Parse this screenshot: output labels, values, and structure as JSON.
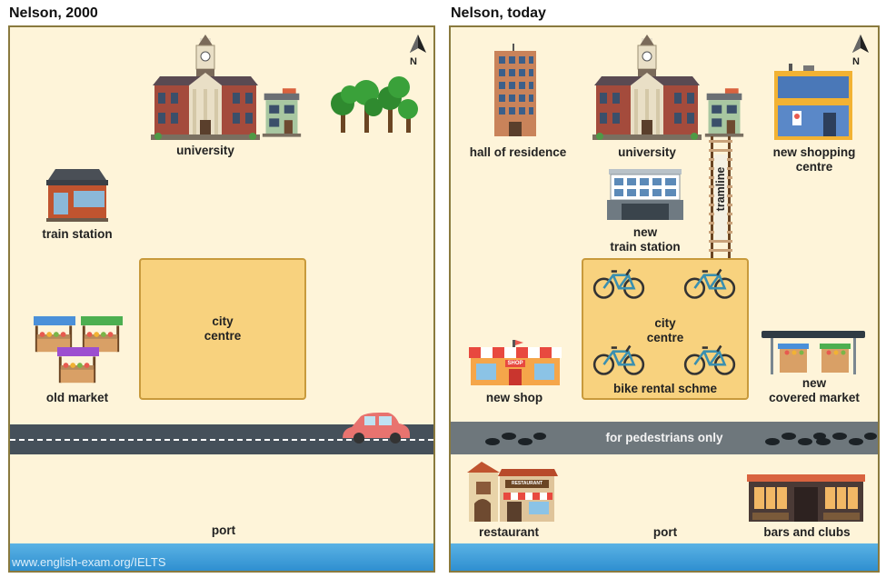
{
  "left": {
    "title": "Nelson, 2000",
    "labels": {
      "university": "university",
      "train_station": "train station",
      "old_market": "old market",
      "city_centre": "city\ncentre",
      "port": "port"
    },
    "watermark": "www.english-exam.org/IELTS"
  },
  "right": {
    "title": "Nelson, today",
    "labels": {
      "hall": "hall of residence",
      "university": "university",
      "shopping": "new shopping\ncentre",
      "train_station": "new\ntrain station",
      "tramline": "tramline",
      "city_centre": "city\ncentre",
      "bike": "bike rental schme",
      "new_shop": "new shop",
      "covered_market": "new\ncovered market",
      "pedestrians": "for pedestrians only",
      "restaurant": "restaurant",
      "port": "port",
      "bars": "bars and clubs"
    },
    "signs": {
      "shop": "SHOP",
      "restaurant": "RESTAURANT"
    }
  },
  "north_letter": "N",
  "colors": {
    "map_bg": "#fef4d9",
    "city_centre": "#f8d27e",
    "road": "#45505a",
    "water": "#2f8fd0",
    "car": "#e8736f"
  }
}
